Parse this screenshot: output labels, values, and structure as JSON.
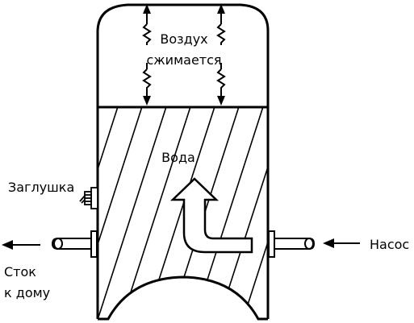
{
  "labels": {
    "air_line1": "Воздух",
    "air_line2": "сжимается",
    "water": "Вода",
    "plug": "Заглушка",
    "pump": "Насос",
    "drain_line1": "Сток",
    "drain_line2": "к дому"
  },
  "colors": {
    "ink": "#000000",
    "paper": "#ffffff"
  }
}
